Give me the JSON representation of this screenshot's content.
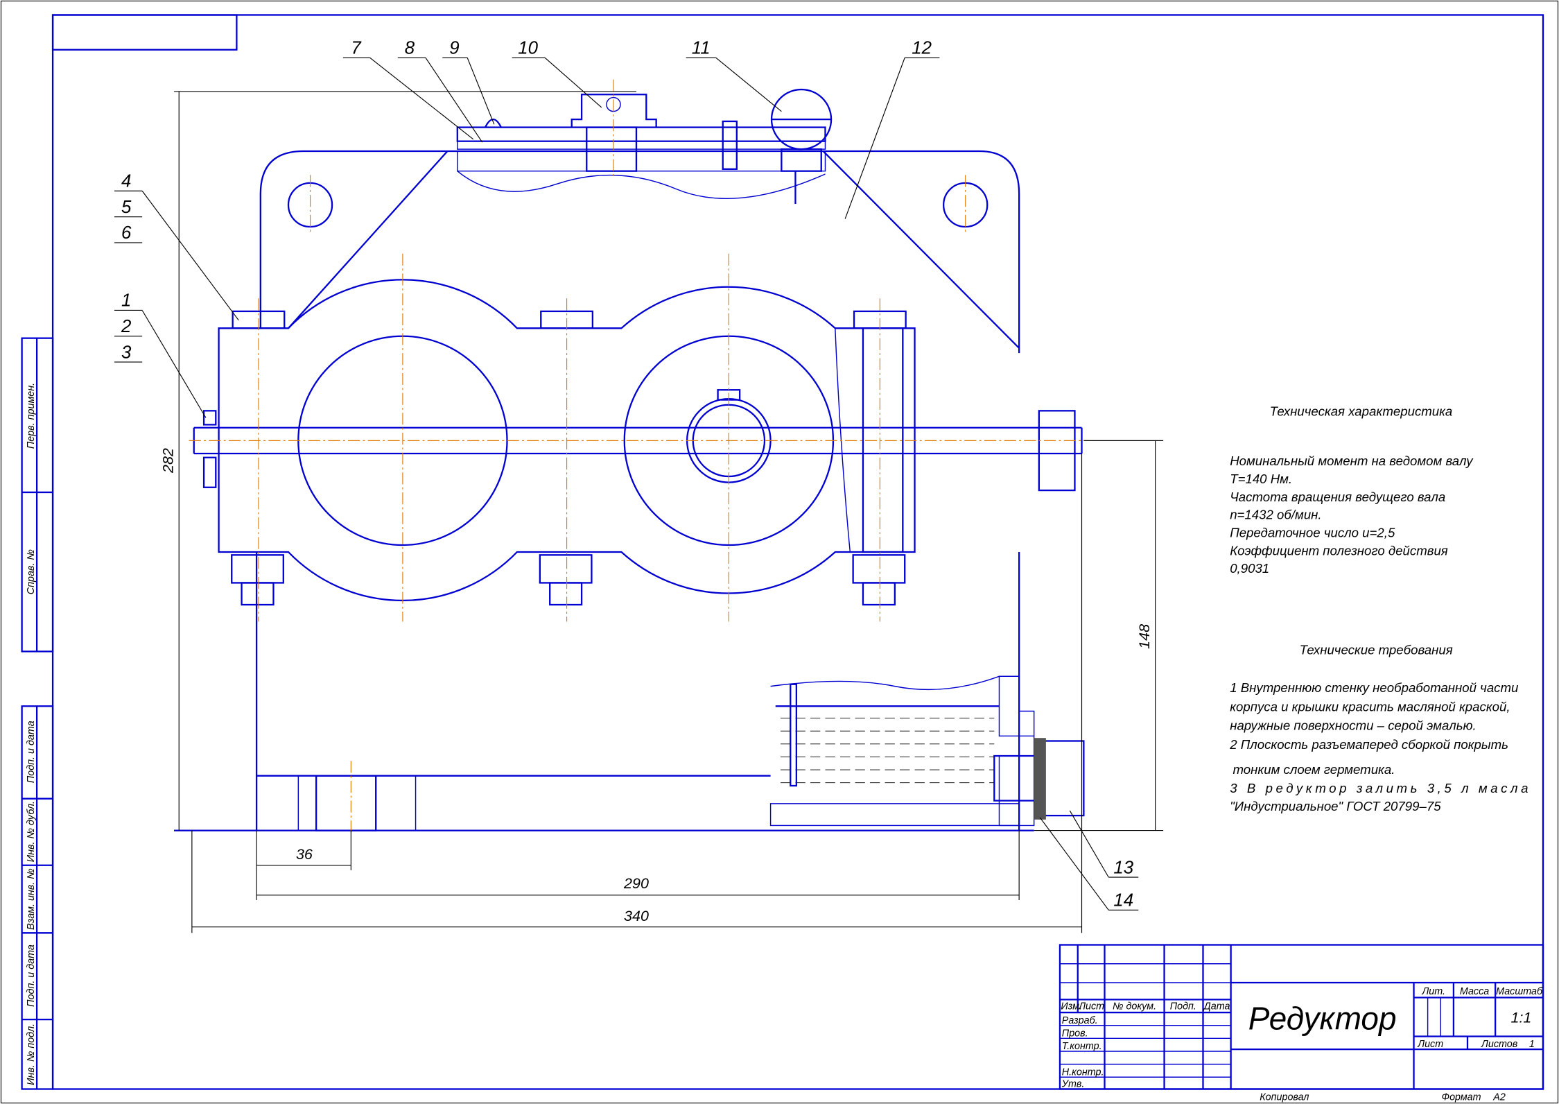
{
  "title_block": {
    "title": "Редуктор",
    "headers": {
      "izm": "Изм.",
      "list": "Лист",
      "doc_no": "№ докум.",
      "sign": "Подп.",
      "date": "Дата"
    },
    "roles": [
      "Разраб.",
      "Пров.",
      "Т.контр.",
      "Н.контр.",
      "Утв."
    ],
    "lit_label": "Лит.",
    "mass_label": "Масса",
    "scale_label": "Масштаб",
    "scale_value": "1:1",
    "sheet_label": "Лист",
    "sheets_label": "Листов",
    "sheets_value": "1",
    "copied_label": "Копировал",
    "format_label": "Формат",
    "format_value": "A2"
  },
  "side_stamp": [
    "Перв. примен.",
    "Справ. №",
    "Подп. и дата",
    "Инв. № дубл.",
    "Взам. инв. №",
    "Подп. и дата",
    "Инв. № подл."
  ],
  "tech_characteristics": {
    "heading": "Техническая характеристика",
    "lines": [
      "Номинальный момент на ведомом валу",
      "T=140 Нм.",
      "Частота вращения ведущего вала",
      "n=1432 об/мин.",
      "Передаточное число u=2,5",
      "Коэффициент полезного действия",
      "0,9031"
    ]
  },
  "tech_requirements": {
    "heading": "Технические требования",
    "lines": [
      "1 Внутреннюю стенку необработанной части",
      "корпуса и крышки красить масляной краской,",
      "наружные поверхности – серой эмалью.",
      "2 Плоскость разъемаперед сборкой покрыть",
      "тонким слоем герметика.",
      "3 В редуктор залить 3,5 л масла",
      "\"Индустриальное\" ГОСТ 20799–75"
    ]
  },
  "callouts": [
    "1",
    "2",
    "3",
    "4",
    "5",
    "6",
    "7",
    "8",
    "9",
    "10",
    "11",
    "12",
    "13",
    "14"
  ],
  "dimensions": {
    "height_total": "282",
    "height_shaft": "148",
    "bolt_offset": "36",
    "base_length": "290",
    "total_length": "340"
  }
}
